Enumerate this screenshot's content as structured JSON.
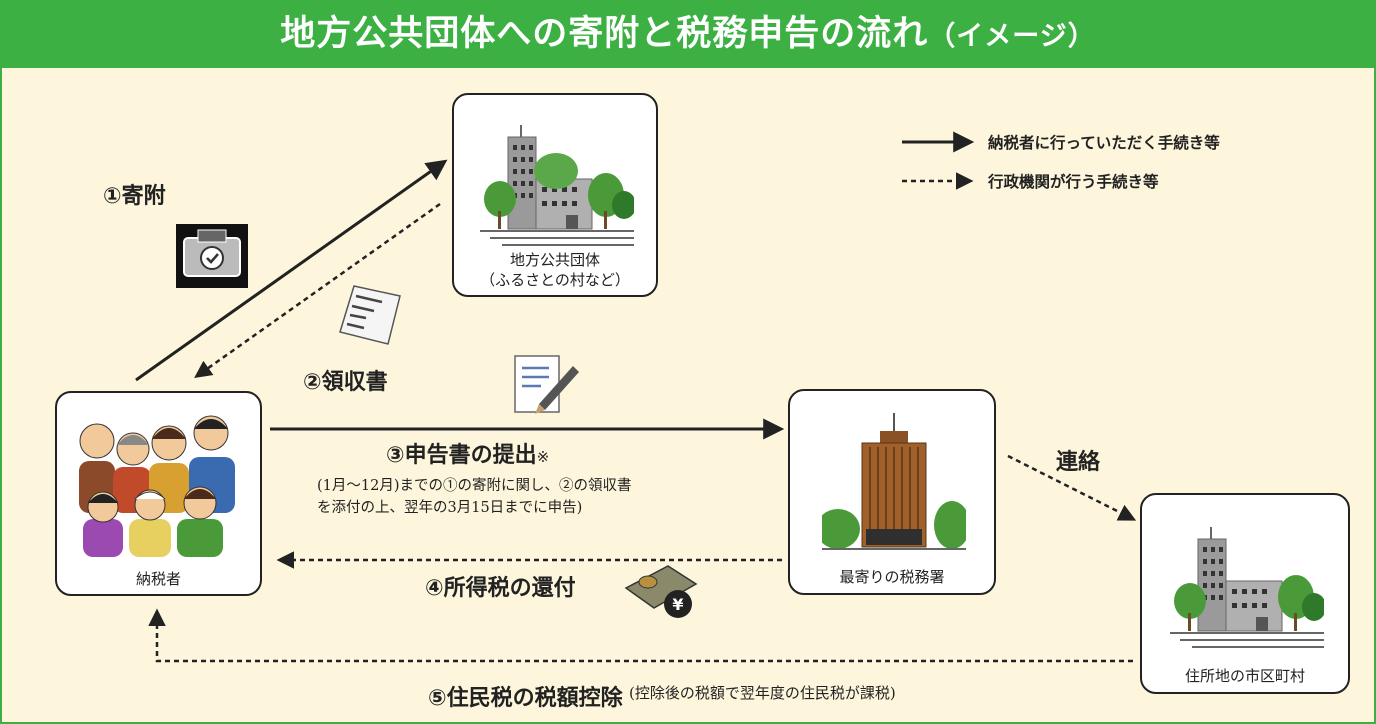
{
  "title": {
    "main": "地方公共団体への寄附と税務申告の流れ",
    "sub": "（イメージ）"
  },
  "legend": {
    "solid": "納税者に行っていただく手続き等",
    "dashed": "行政機関が行う手続き等"
  },
  "nodes": {
    "local_government": {
      "line1": "地方公共団体",
      "line2": "（ふるさとの村など）"
    },
    "taxpayer": {
      "label": "納税者"
    },
    "tax_office": {
      "label": "最寄りの税務署"
    },
    "municipality": {
      "label": "住所地の市区町村"
    }
  },
  "steps": {
    "donation": "①寄附",
    "receipt": "②領収書",
    "filing": "③申告書の提出",
    "filing_mark": "※",
    "filing_note_1": "(1月～12月)までの①の寄附に関し、②の領収書",
    "filing_note_2": "を添付の上、翌年の3月15日までに申告)",
    "refund": "④所得税の還付",
    "contact": "連絡",
    "resident_tax": "⑤住民税の税額控除",
    "resident_tax_note": "(控除後の税額で翌年度の住民税が課税)"
  },
  "colors": {
    "header_green": "#3cb043",
    "background": "#fdf6dc",
    "arrow": "#222222",
    "tree_green": "#4a9a3a",
    "building_gray": "#9a9a9a",
    "tower_brown": "#a0602c"
  }
}
